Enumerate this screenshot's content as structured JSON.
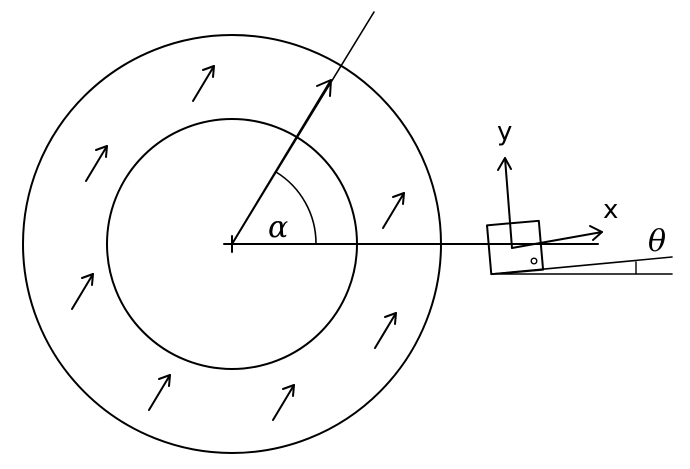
{
  "labels": {
    "alpha": "α",
    "theta": "θ",
    "x_axis": "x",
    "y_axis": "y"
  },
  "colors": {
    "ink": "#000000",
    "background": "#ffffff"
  }
}
